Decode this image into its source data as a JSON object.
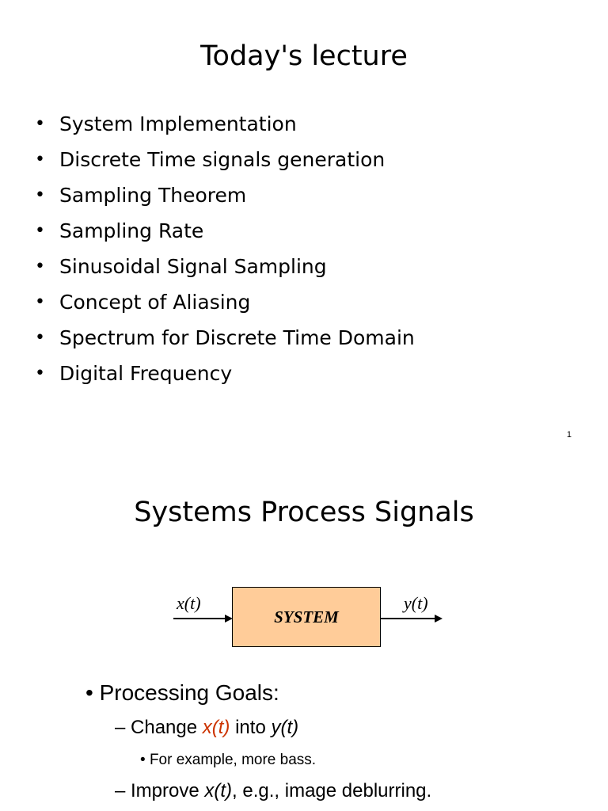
{
  "slide1": {
    "title": "Today's lecture",
    "bullet_symbol": "•",
    "bullets": [
      "System Implementation",
      "Discrete Time signals generation",
      "Sampling Theorem",
      "Sampling Rate",
      "Sinusoidal Signal Sampling",
      "Concept of Aliasing",
      "Spectrum for Discrete Time Domain",
      "Digital Frequency"
    ],
    "page_number": "1"
  },
  "slide2": {
    "title": "Systems Process Signals",
    "diagram": {
      "input_label": "x(t)",
      "box_label": "SYSTEM",
      "output_label": "y(t)",
      "box_color": "#ffcc99"
    },
    "goals": {
      "heading_bullet": "•",
      "heading": "Processing Goals:",
      "item1": {
        "dash": "– Change ",
        "x": "x(t)",
        "mid": " into ",
        "y": "y(t)"
      },
      "item1_sub": {
        "bullet": "•",
        "text": "For example, more bass."
      },
      "item2": {
        "dash": "– Improve ",
        "x": "x(t)",
        "rest": ", e.g., image deblurring."
      }
    },
    "accent_color": "#cc3300"
  }
}
